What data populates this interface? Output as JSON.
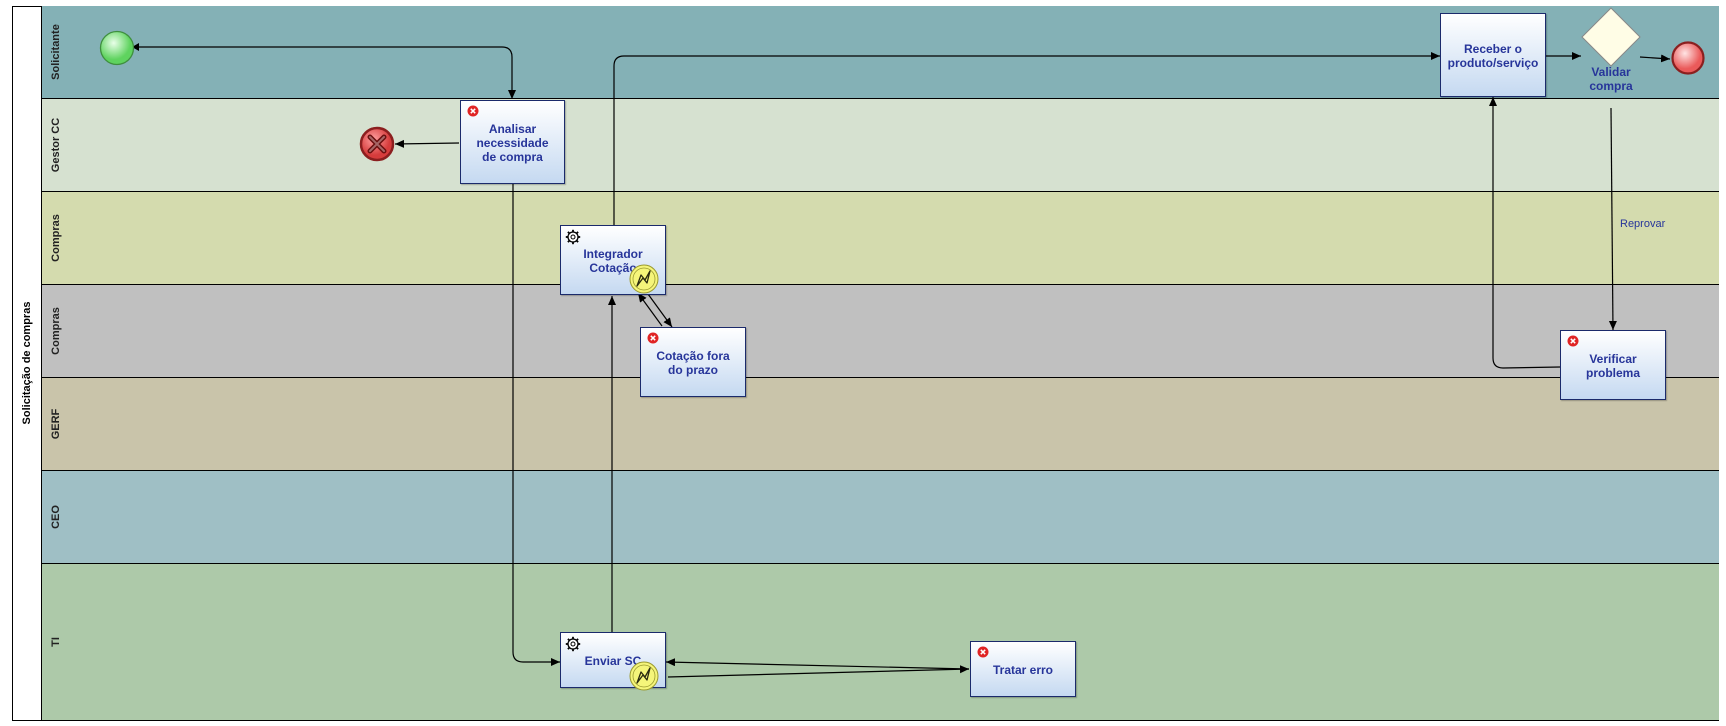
{
  "pool": {
    "label": "Solicitação de compras"
  },
  "lanes": [
    {
      "label": "Solicitante",
      "color": "#84b1b6"
    },
    {
      "label": "Gestor CC",
      "color": "#d6e1d0"
    },
    {
      "label": "Compras",
      "color": "#d4dbae"
    },
    {
      "label": "Compras",
      "color": "#c0c0c0"
    },
    {
      "label": "GERF",
      "color": "#c9c4aa"
    },
    {
      "label": "CEO",
      "color": "#9fbfc5"
    },
    {
      "label": "TI",
      "color": "#adc9a9"
    }
  ],
  "tasks": {
    "analisar": "Analisar necessidade de compra",
    "integrador": "Integrador Cotação",
    "cotacao_fora": "Cotação fora do prazo",
    "receber": "Receber o produto/serviço",
    "verificar": "Verificar problema",
    "enviar_sc": "Enviar SC",
    "tratar_erro": "Tratar erro"
  },
  "gateway": {
    "label": "Validar compra"
  },
  "edge_labels": {
    "reprovar": "Reprovar"
  },
  "colors": {
    "task_border": "#1b2a6b",
    "task_text": "#27359a",
    "start_event": "#8fe08f",
    "end_event": "#f08080",
    "error_end": "#e05050",
    "bolt": "#f5f57a"
  },
  "icons": {
    "error_marker": "error-icon",
    "service_marker": "gear-icon",
    "boundary_event": "lightning-icon",
    "cancel": "x-icon"
  }
}
